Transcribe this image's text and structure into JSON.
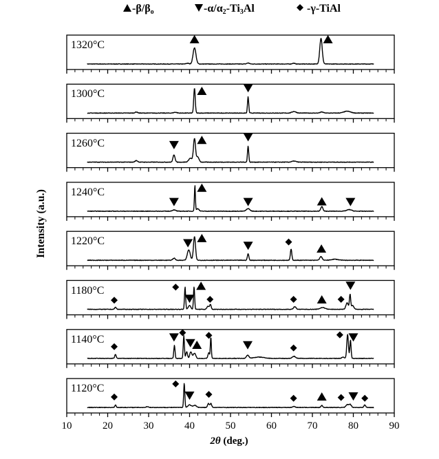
{
  "chart_data": {
    "type": "line",
    "title": "",
    "xlabel_prefix": "2θ",
    "xlabel_suffix": " (deg.)",
    "ylabel": "Intensity (a.u.)",
    "xlim": [
      10,
      90
    ],
    "x_ticks": [
      10,
      20,
      30,
      40,
      50,
      60,
      70,
      80,
      90
    ],
    "x_tick_labels": [
      "10",
      "20",
      "30",
      "40",
      "50",
      "60",
      "70",
      "80",
      "90"
    ],
    "data_range": [
      15,
      85
    ],
    "grid": false,
    "layout": "stacked panels, shared x-axis",
    "legend": [
      {
        "marker": "triangle-up",
        "label": "-β/β",
        "sub": "o",
        "phase": "beta"
      },
      {
        "marker": "triangle-down",
        "label": "-α/α",
        "sub": "2",
        "tail": "-Ti",
        "sub2": "3",
        "tail2": "Al",
        "phase": "alpha2"
      },
      {
        "marker": "diamond",
        "label": "-γ-TiAl",
        "phase": "gamma"
      }
    ],
    "series": [
      {
        "name": "1320°C",
        "peaks": [
          {
            "x": 41.2,
            "h": 0.62,
            "w": 0.35
          },
          {
            "x": 72.1,
            "h": 0.98,
            "w": 0.3
          },
          {
            "x": 54.3,
            "h": 0.04,
            "w": 0.3
          },
          {
            "x": 65.4,
            "h": 0.03,
            "w": 0.3
          },
          {
            "x": 39.5,
            "h": 0.03,
            "w": 0.3
          }
        ],
        "markers": [
          {
            "type": "triangle-up",
            "x": 41.2,
            "y": 0.95
          },
          {
            "type": "triangle-up",
            "x": 73.8,
            "y": 0.95
          }
        ]
      },
      {
        "name": "1300°C",
        "peaks": [
          {
            "x": 41.2,
            "h": 0.95,
            "w": 0.18
          },
          {
            "x": 54.3,
            "h": 0.62,
            "w": 0.15
          },
          {
            "x": 27.0,
            "h": 0.04,
            "w": 0.3
          },
          {
            "x": 36.5,
            "h": 0.03,
            "w": 0.4
          },
          {
            "x": 65.5,
            "h": 0.06,
            "w": 0.5
          },
          {
            "x": 72.3,
            "h": 0.04,
            "w": 0.4
          },
          {
            "x": 78.5,
            "h": 0.07,
            "w": 0.8
          }
        ],
        "markers": [
          {
            "type": "triangle-up",
            "x": 43.0,
            "y": 0.85
          },
          {
            "type": "triangle-down",
            "x": 54.3,
            "y": 0.95
          }
        ]
      },
      {
        "name": "1260°C",
        "peaks": [
          {
            "x": 36.2,
            "h": 0.28,
            "w": 0.25
          },
          {
            "x": 40.2,
            "h": 0.15,
            "w": 0.4
          },
          {
            "x": 41.2,
            "h": 0.9,
            "w": 0.25
          },
          {
            "x": 42.0,
            "h": 0.2,
            "w": 0.3
          },
          {
            "x": 54.3,
            "h": 0.62,
            "w": 0.15
          },
          {
            "x": 27.0,
            "h": 0.06,
            "w": 0.3
          },
          {
            "x": 65.5,
            "h": 0.04,
            "w": 0.5
          }
        ],
        "markers": [
          {
            "type": "triangle-down",
            "x": 36.2,
            "y": 0.65
          },
          {
            "type": "triangle-up",
            "x": 43.0,
            "y": 0.85
          },
          {
            "type": "triangle-down",
            "x": 54.3,
            "y": 0.95
          }
        ]
      },
      {
        "name": "1240°C",
        "peaks": [
          {
            "x": 36.2,
            "h": 0.05,
            "w": 0.4
          },
          {
            "x": 41.3,
            "h": 0.98,
            "w": 0.12
          },
          {
            "x": 42.0,
            "h": 0.1,
            "w": 0.3
          },
          {
            "x": 54.3,
            "h": 0.1,
            "w": 0.4
          },
          {
            "x": 72.3,
            "h": 0.18,
            "w": 0.25
          },
          {
            "x": 79.0,
            "h": 0.06,
            "w": 0.6
          }
        ],
        "markers": [
          {
            "type": "triangle-up",
            "x": 43.0,
            "y": 0.9
          },
          {
            "type": "triangle-down",
            "x": 36.2,
            "y": 0.35
          },
          {
            "type": "triangle-down",
            "x": 54.3,
            "y": 0.35
          },
          {
            "type": "triangle-up",
            "x": 72.3,
            "y": 0.38
          },
          {
            "type": "triangle-down",
            "x": 79.3,
            "y": 0.35
          }
        ]
      },
      {
        "name": "1220°C",
        "peaks": [
          {
            "x": 36.2,
            "h": 0.08,
            "w": 0.3
          },
          {
            "x": 39.8,
            "h": 0.4,
            "w": 0.35
          },
          {
            "x": 41.2,
            "h": 0.9,
            "w": 0.25
          },
          {
            "x": 54.3,
            "h": 0.25,
            "w": 0.18
          },
          {
            "x": 64.8,
            "h": 0.42,
            "w": 0.18
          },
          {
            "x": 72.1,
            "h": 0.14,
            "w": 0.3
          },
          {
            "x": 75.5,
            "h": 0.04,
            "w": 0.8
          }
        ],
        "markers": [
          {
            "type": "triangle-down",
            "x": 39.6,
            "y": 0.65
          },
          {
            "type": "triangle-up",
            "x": 43.0,
            "y": 0.85
          },
          {
            "type": "triangle-down",
            "x": 54.3,
            "y": 0.55
          },
          {
            "type": "diamond",
            "x": 64.2,
            "y": 0.7
          },
          {
            "type": "triangle-up",
            "x": 72.2,
            "y": 0.45
          }
        ]
      },
      {
        "name": "1180°C",
        "peaks": [
          {
            "x": 21.9,
            "h": 0.08,
            "w": 0.2
          },
          {
            "x": 38.9,
            "h": 0.85,
            "w": 0.14
          },
          {
            "x": 40.0,
            "h": 0.15,
            "w": 0.3
          },
          {
            "x": 41.1,
            "h": 0.85,
            "w": 0.14
          },
          {
            "x": 44.5,
            "h": 0.12,
            "w": 0.25
          },
          {
            "x": 45.1,
            "h": 0.18,
            "w": 0.18
          },
          {
            "x": 65.7,
            "h": 0.1,
            "w": 0.3
          },
          {
            "x": 72.5,
            "h": 0.07,
            "w": 0.6
          },
          {
            "x": 78.5,
            "h": 0.25,
            "w": 0.3
          },
          {
            "x": 79.2,
            "h": 0.55,
            "w": 0.15
          },
          {
            "x": 79.8,
            "h": 0.15,
            "w": 0.3
          }
        ],
        "markers": [
          {
            "type": "diamond",
            "x": 21.6,
            "y": 0.35
          },
          {
            "type": "diamond",
            "x": 36.6,
            "y": 0.85
          },
          {
            "type": "triangle-down",
            "x": 40.0,
            "y": 0.4
          },
          {
            "type": "triangle-up",
            "x": 42.8,
            "y": 0.9
          },
          {
            "type": "diamond",
            "x": 45.0,
            "y": 0.38
          },
          {
            "type": "diamond",
            "x": 65.4,
            "y": 0.38
          },
          {
            "type": "triangle-up",
            "x": 72.3,
            "y": 0.38
          },
          {
            "type": "diamond",
            "x": 77.0,
            "y": 0.38
          },
          {
            "type": "triangle-down",
            "x": 79.3,
            "y": 0.9
          }
        ]
      },
      {
        "name": "1140°C",
        "peaks": [
          {
            "x": 21.9,
            "h": 0.15,
            "w": 0.18
          },
          {
            "x": 36.3,
            "h": 0.5,
            "w": 0.15
          },
          {
            "x": 38.6,
            "h": 0.88,
            "w": 0.14
          },
          {
            "x": 39.3,
            "h": 0.25,
            "w": 0.2
          },
          {
            "x": 40.3,
            "h": 0.25,
            "w": 0.25
          },
          {
            "x": 41.2,
            "h": 0.2,
            "w": 0.3
          },
          {
            "x": 44.7,
            "h": 0.22,
            "w": 0.2
          },
          {
            "x": 45.2,
            "h": 0.8,
            "w": 0.12
          },
          {
            "x": 54.2,
            "h": 0.12,
            "w": 0.3
          },
          {
            "x": 57.0,
            "h": 0.05,
            "w": 1.2
          },
          {
            "x": 65.5,
            "h": 0.08,
            "w": 0.4
          },
          {
            "x": 77.5,
            "h": 0.05,
            "w": 0.3
          },
          {
            "x": 78.6,
            "h": 0.92,
            "w": 0.2
          },
          {
            "x": 79.3,
            "h": 0.7,
            "w": 0.15
          }
        ],
        "markers": [
          {
            "type": "diamond",
            "x": 21.6,
            "y": 0.45
          },
          {
            "type": "triangle-down",
            "x": 36.2,
            "y": 0.8
          },
          {
            "type": "diamond",
            "x": 38.3,
            "y": 0.98
          },
          {
            "type": "triangle-down",
            "x": 40.2,
            "y": 0.58
          },
          {
            "type": "triangle-up",
            "x": 41.8,
            "y": 0.52
          },
          {
            "type": "diamond",
            "x": 44.7,
            "y": 0.88
          },
          {
            "type": "triangle-down",
            "x": 54.2,
            "y": 0.5
          },
          {
            "type": "diamond",
            "x": 65.4,
            "y": 0.4
          },
          {
            "type": "diamond",
            "x": 76.7,
            "y": 0.9
          },
          {
            "type": "triangle-down",
            "x": 80.0,
            "y": 0.8
          }
        ]
      },
      {
        "name": "1120°C",
        "peaks": [
          {
            "x": 21.9,
            "h": 0.1,
            "w": 0.15
          },
          {
            "x": 29.7,
            "h": 0.03,
            "w": 0.3
          },
          {
            "x": 38.7,
            "h": 0.92,
            "w": 0.14
          },
          {
            "x": 40.0,
            "h": 0.1,
            "w": 0.4
          },
          {
            "x": 41.3,
            "h": 0.08,
            "w": 0.4
          },
          {
            "x": 44.6,
            "h": 0.15,
            "w": 0.2
          },
          {
            "x": 45.2,
            "h": 0.15,
            "w": 0.2
          },
          {
            "x": 65.5,
            "h": 0.04,
            "w": 0.3
          },
          {
            "x": 72.3,
            "h": 0.08,
            "w": 0.2
          },
          {
            "x": 78.5,
            "h": 0.1,
            "w": 0.3
          },
          {
            "x": 79.2,
            "h": 0.12,
            "w": 0.3
          },
          {
            "x": 82.8,
            "h": 0.1,
            "w": 0.2
          }
        ],
        "markers": [
          {
            "type": "diamond",
            "x": 21.6,
            "y": 0.4
          },
          {
            "type": "diamond",
            "x": 36.6,
            "y": 0.9
          },
          {
            "type": "triangle-down",
            "x": 40.0,
            "y": 0.45
          },
          {
            "type": "diamond",
            "x": 44.7,
            "y": 0.5
          },
          {
            "type": "diamond",
            "x": 65.4,
            "y": 0.35
          },
          {
            "type": "triangle-up",
            "x": 72.3,
            "y": 0.42
          },
          {
            "type": "diamond",
            "x": 77.0,
            "y": 0.38
          },
          {
            "type": "triangle-down",
            "x": 80.0,
            "y": 0.42
          },
          {
            "type": "diamond",
            "x": 82.8,
            "y": 0.35
          }
        ]
      }
    ]
  },
  "labels": {
    "xlabel_sym": "2θ",
    "xlabel_unit": " (deg.)",
    "ylabel": "Intensity (a.u.)",
    "legend_beta": "-β/β",
    "legend_beta_sub": "o",
    "legend_alpha_a": "-α/α",
    "legend_alpha_sub": "2",
    "legend_alpha_b": "-Ti",
    "legend_alpha_sub2": "3",
    "legend_alpha_c": "Al",
    "legend_gamma": "-γ-TiAl"
  }
}
